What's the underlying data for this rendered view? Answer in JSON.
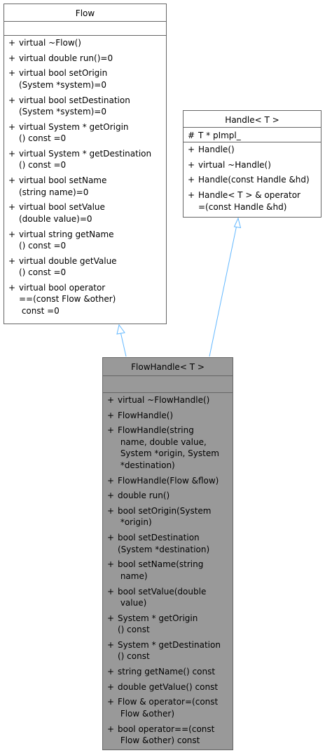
{
  "colors": {
    "edge": "#63b8ff",
    "border": "#666666",
    "derived_fill": "#999999"
  },
  "classes": {
    "flow": {
      "name": "Flow",
      "attributes": [],
      "methods": [
        {
          "vis": "+",
          "text": "virtual ~Flow()"
        },
        {
          "vis": "+",
          "text": "virtual double run()=0"
        },
        {
          "vis": "+",
          "text": "virtual bool setOrigin\n(System *system)=0"
        },
        {
          "vis": "+",
          "text": "virtual bool setDestination\n(System *system)=0"
        },
        {
          "vis": "+",
          "text": "virtual System * getOrigin\n() const =0"
        },
        {
          "vis": "+",
          "text": "virtual System * getDestination\n() const =0"
        },
        {
          "vis": "+",
          "text": "virtual bool setName\n(string name)=0"
        },
        {
          "vis": "+",
          "text": "virtual bool setValue\n(double value)=0"
        },
        {
          "vis": "+",
          "text": "virtual string getName\n() const =0"
        },
        {
          "vis": "+",
          "text": "virtual double getValue\n() const =0"
        },
        {
          "vis": "+",
          "text": "virtual bool operator\n==(const Flow &other)\n const =0"
        }
      ]
    },
    "handle": {
      "name": "Handle< T >",
      "attributes": [
        {
          "vis": "#",
          "text": "T * pImpl_"
        }
      ],
      "methods": [
        {
          "vis": "+",
          "text": "Handle()"
        },
        {
          "vis": "+",
          "text": "virtual ~Handle()"
        },
        {
          "vis": "+",
          "text": "Handle(const Handle &hd)"
        },
        {
          "vis": "+",
          "text": "Handle< T > & operator\n=(const Handle &hd)"
        }
      ]
    },
    "flowhandle": {
      "name": "FlowHandle< T >",
      "attributes": [],
      "methods": [
        {
          "vis": "+",
          "text": "virtual ~FlowHandle()"
        },
        {
          "vis": "+",
          "text": "FlowHandle()"
        },
        {
          "vis": "+",
          "text": "FlowHandle(string\n name, double value,\n System *origin, System\n *destination)"
        },
        {
          "vis": "+",
          "text": "FlowHandle(Flow &flow)"
        },
        {
          "vis": "+",
          "text": "double run()"
        },
        {
          "vis": "+",
          "text": "bool setOrigin(System\n *origin)"
        },
        {
          "vis": "+",
          "text": "bool setDestination\n(System *destination)"
        },
        {
          "vis": "+",
          "text": "bool setName(string\n name)"
        },
        {
          "vis": "+",
          "text": "bool setValue(double\n value)"
        },
        {
          "vis": "+",
          "text": "System * getOrigin\n() const"
        },
        {
          "vis": "+",
          "text": "System * getDestination\n() const"
        },
        {
          "vis": "+",
          "text": "string getName() const"
        },
        {
          "vis": "+",
          "text": "double getValue() const"
        },
        {
          "vis": "+",
          "text": "Flow & operator=(const\n Flow &other)"
        },
        {
          "vis": "+",
          "text": "bool operator==(const\n Flow &other) const"
        }
      ]
    }
  }
}
